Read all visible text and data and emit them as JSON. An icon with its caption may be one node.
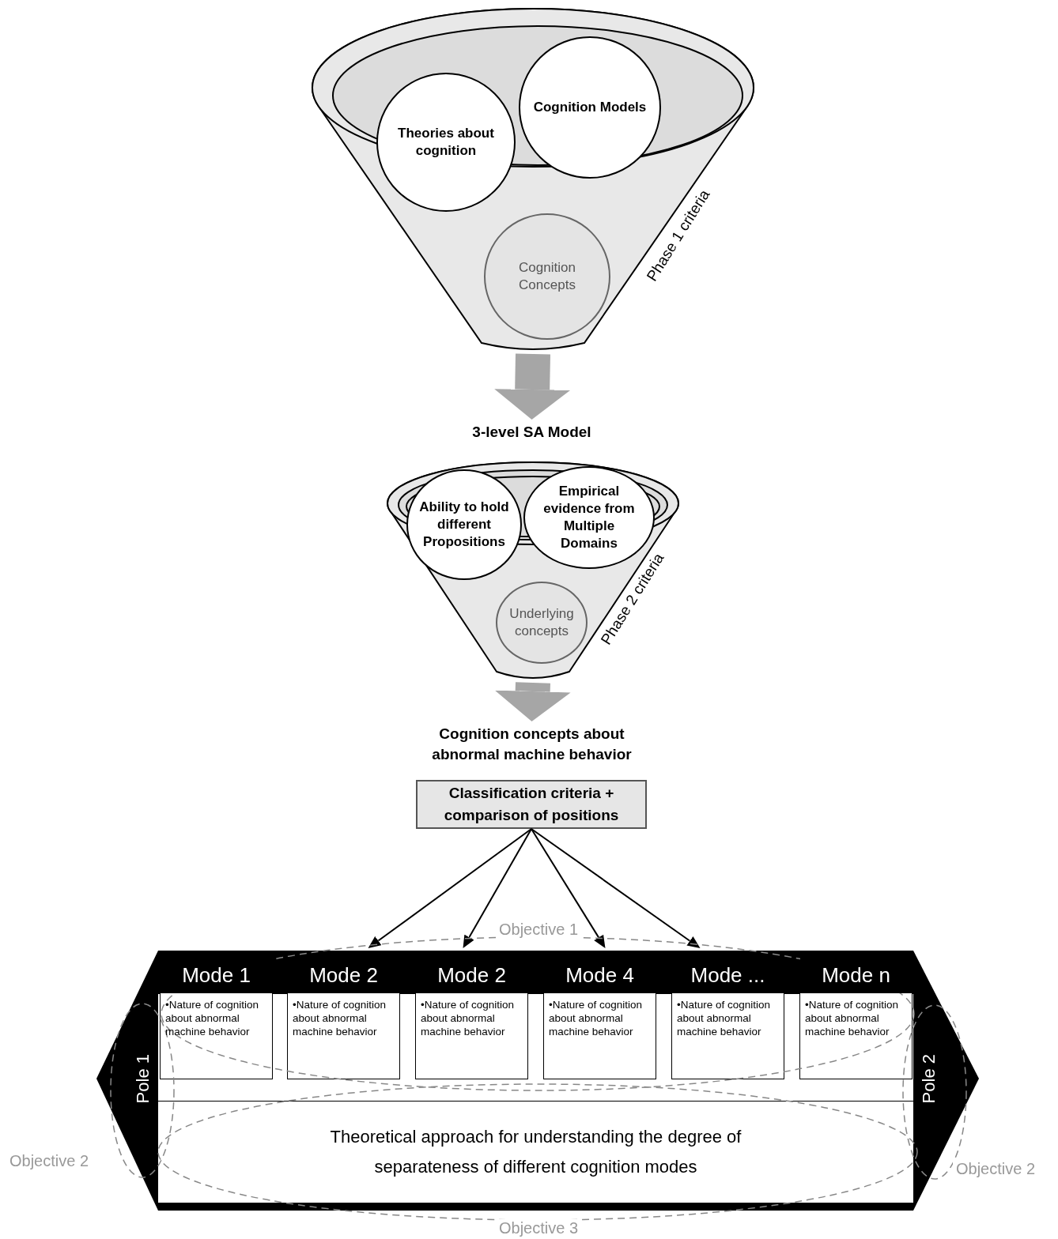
{
  "diagram": {
    "nodes": [
      {
        "text": [],
        "shape": "funnel",
        "beside": [
          "Phase 1 criteria"
        ]
      },
      {
        "text": [
          "Theories about cognition"
        ],
        "in": 0
      },
      {
        "text": [
          "Cognition Models"
        ],
        "in": 0
      },
      {
        "text": [
          "Cognition Concepts"
        ],
        "in": 0
      },
      {
        "text": [
          "3-level SA Model"
        ]
      },
      {
        "text": [],
        "shape": "funnel",
        "beside": [
          "Phase 2 criteria"
        ]
      },
      {
        "text": [
          "Ability to hold different Propositions"
        ],
        "in": 5
      },
      {
        "text": [
          "Empirical evidence from Multiple Domains"
        ],
        "in": 5
      },
      {
        "text": [
          "Underlying concepts"
        ],
        "in": 5
      },
      {
        "text": [
          "Cognition concepts about abnormal machine behavior"
        ]
      },
      {
        "text": [
          "Classification criteria + comparison of positions"
        ]
      },
      {
        "text": [],
        "shape": "band"
      },
      {
        "text": [
          "Pole 1"
        ],
        "in": 11
      },
      {
        "text": [
          "Mode 1",
          "•Nature of cognition about abnormal machine behavior"
        ],
        "in": 11
      },
      {
        "text": [
          "Mode 2",
          "•Nature of cognition about abnormal machine behavior"
        ],
        "in": 11
      },
      {
        "text": [
          "Mode 2",
          "•Nature of cognition about abnormal machine behavior"
        ],
        "in": 11
      },
      {
        "text": [
          "Mode 4",
          "•Nature of cognition about abnormal machine behavior"
        ],
        "in": 11
      },
      {
        "text": [
          "Mode ...",
          "•Nature of cognition about abnormal machine behavior"
        ],
        "in": 11
      },
      {
        "text": [
          "Mode n",
          "•Nature of cognition about abnormal machine behavior"
        ],
        "in": 11
      },
      {
        "text": [
          "Pole 2"
        ],
        "in": 11
      },
      {
        "text": [
          "Theoretical approach for understanding the degree of separateness of different cognition modes"
        ],
        "in": 11
      }
    ],
    "edges": [
      {
        "from": 0,
        "to": 4,
        "arrow": "to",
        "style": "thick",
        "color": "#a6a6a6"
      },
      {
        "from": 5,
        "to": 9,
        "arrow": "to",
        "style": "thick",
        "color": "#a6a6a6"
      },
      {
        "from": 10,
        "to": 11,
        "arrow": "to"
      },
      {
        "from": 10,
        "to": 11,
        "arrow": "to"
      },
      {
        "from": 10,
        "to": 11,
        "arrow": "to"
      },
      {
        "from": 10,
        "to": 11,
        "arrow": "to"
      }
    ],
    "labels": [
      "Objective 1",
      "Objective 2",
      "Objective 2",
      "Objective 3"
    ]
  }
}
